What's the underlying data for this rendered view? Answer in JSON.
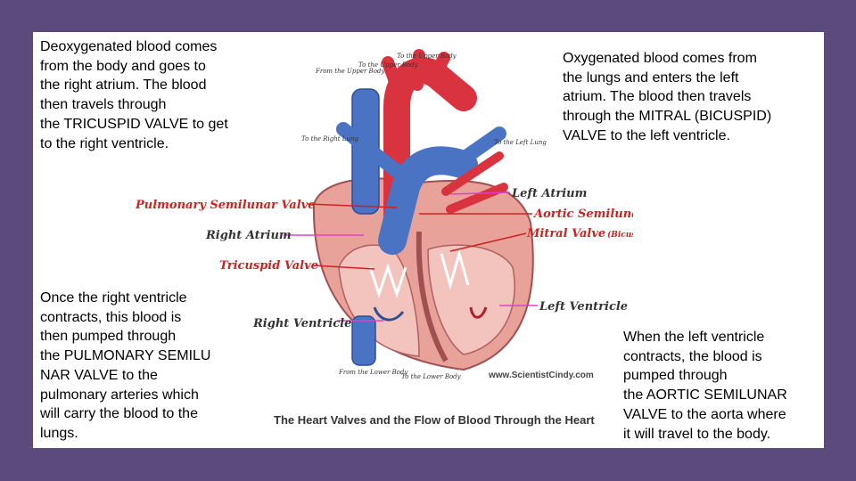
{
  "texts": {
    "top_left": "Deoxygenated blood comes\nfrom the body and goes to\nthe right atrium. The blood\nthen travels through\nthe TRICUSPID VALVE to get\nto the right ventricle.",
    "top_right": "Oxygenated blood comes from\nthe lungs and enters the left\natrium. The blood then travels\nthrough the MITRAL (BICUSPID)\nVALVE to the left ventricle.",
    "bottom_left": "Once the right ventricle\ncontracts, this blood is\nthen pumped through\nthe PULMONARY SEMILU\nNAR VALVE to the\npulmonary arteries which\nwill carry the blood to the\nlungs.",
    "bottom_right": "When the left ventricle\ncontracts, the blood is\npumped through\nthe AORTIC SEMILUNAR\nVALVE to the aorta where\nit will travel to the body."
  },
  "diagram": {
    "caption": "The Heart Valves and the Flow of Blood Through the Heart",
    "watermark": "www.ScientistCindy.com",
    "labels": {
      "pulmonary_semilunar_valve": "Pulmonary Semilunar Valve",
      "right_atrium": "Right Atrium",
      "tricuspid_valve": "Tricuspid Valve",
      "right_ventricle": "Right Ventricle",
      "left_atrium": "Left Atrium",
      "aortic_semilunar_valve": "Aortic Semilunar Valve",
      "mitral_valve": "Mitral Valve",
      "bicuspid_valve": "(Bicuspid Valve)",
      "left_ventricle": "Left Ventricle"
    },
    "flow_labels": {
      "from_upper_body": "From the Upper Body",
      "to_upper_body_1": "To the Upper Body",
      "to_upper_body_2": "To the Upper Body",
      "to_right_lung": "To the Right Lung",
      "to_left_lung": "To the Left Lung",
      "from_lower_body": "From the Lower Body",
      "to_lower_body": "To the Lower Body"
    },
    "colors": {
      "oxygenated": "#d9333f",
      "deoxygenated": "#4a73c4",
      "heart_tissue": "#e8a29a",
      "label_red": "#cc2222",
      "label_pink": "#e040c8"
    }
  }
}
